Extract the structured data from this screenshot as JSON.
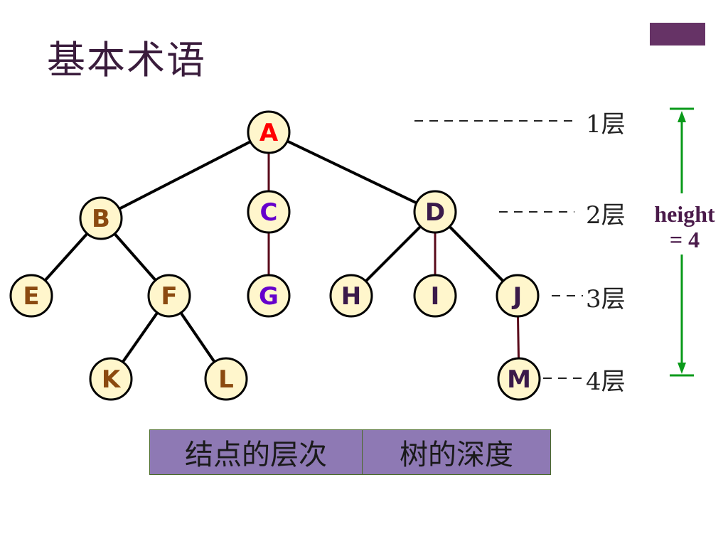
{
  "title": "基本术语",
  "colors": {
    "accent_bar": "#663366",
    "edge_dark": "#000000",
    "edge_maroon": "#5a0a1a",
    "node_fill": "#fff6cc",
    "height_bracket": "#0a9a1a",
    "button_fill": "#8e79b4"
  },
  "nodes": [
    {
      "id": "A",
      "label": "A",
      "color": "#ff0000"
    },
    {
      "id": "B",
      "label": "B",
      "color": "#8b4a10"
    },
    {
      "id": "C",
      "label": "C",
      "color": "#6600cc"
    },
    {
      "id": "D",
      "label": "D",
      "color": "#3a1a4a"
    },
    {
      "id": "E",
      "label": "E",
      "color": "#8b4a10"
    },
    {
      "id": "F",
      "label": "F",
      "color": "#8b4a10"
    },
    {
      "id": "G",
      "label": "G",
      "color": "#6600cc"
    },
    {
      "id": "H",
      "label": "H",
      "color": "#3a1a4a"
    },
    {
      "id": "I",
      "label": "I",
      "color": "#3a1a4a"
    },
    {
      "id": "J",
      "label": "J",
      "color": "#3a1a4a"
    },
    {
      "id": "K",
      "label": "K",
      "color": "#8b4a10"
    },
    {
      "id": "L",
      "label": "L",
      "color": "#8b4a10"
    },
    {
      "id": "M",
      "label": "M",
      "color": "#3a1a4a"
    }
  ],
  "edges": [
    {
      "from": "A",
      "to": "B",
      "style": "dark"
    },
    {
      "from": "A",
      "to": "C",
      "style": "maroon"
    },
    {
      "from": "A",
      "to": "D",
      "style": "dark"
    },
    {
      "from": "B",
      "to": "E",
      "style": "dark"
    },
    {
      "from": "B",
      "to": "F",
      "style": "dark"
    },
    {
      "from": "C",
      "to": "G",
      "style": "maroon"
    },
    {
      "from": "D",
      "to": "H",
      "style": "dark"
    },
    {
      "from": "D",
      "to": "I",
      "style": "maroon"
    },
    {
      "from": "D",
      "to": "J",
      "style": "dark"
    },
    {
      "from": "F",
      "to": "K",
      "style": "dark"
    },
    {
      "from": "F",
      "to": "L",
      "style": "dark"
    },
    {
      "from": "J",
      "to": "M",
      "style": "maroon"
    }
  ],
  "levels": [
    "1层",
    "2层",
    "3层",
    "4层"
  ],
  "height": {
    "line1": "height",
    "line2": "= 4"
  },
  "buttons": {
    "level": "结点的层次",
    "depth": "树的深度"
  }
}
